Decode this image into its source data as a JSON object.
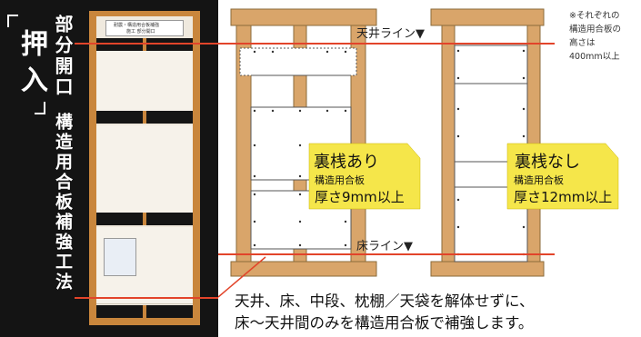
{
  "title_box_text": "押入",
  "subtitle_vertical": "部分開口",
  "method_vertical": "構造用合板補強工法",
  "sticker_text": {
    "line1": "耐震・構造用合板補強",
    "line2": "施工 部分開口"
  },
  "ceiling_label": "天井ライン▼",
  "floor_label": "床ライン▼",
  "note_lines": [
    "※それぞれの",
    "構造用合板の",
    "高さは",
    "400mm以上"
  ],
  "callouts": [
    {
      "title": "裏桟あり",
      "sub": "構造用合板",
      "spec": "厚さ9mm以上"
    },
    {
      "title": "裏桟なし",
      "sub": "構造用合板",
      "spec": "厚さ12mm以上"
    }
  ],
  "caption_lines": [
    "天井、床、中段、枕棚／天袋を解体せずに、",
    "床～天井間のみを構造用合板で補強します。"
  ],
  "colors": {
    "red_line": "#e2442a",
    "wood": "#d9a56a",
    "callout_yellow": "#f5e64a",
    "photo_bg": "#141414"
  }
}
